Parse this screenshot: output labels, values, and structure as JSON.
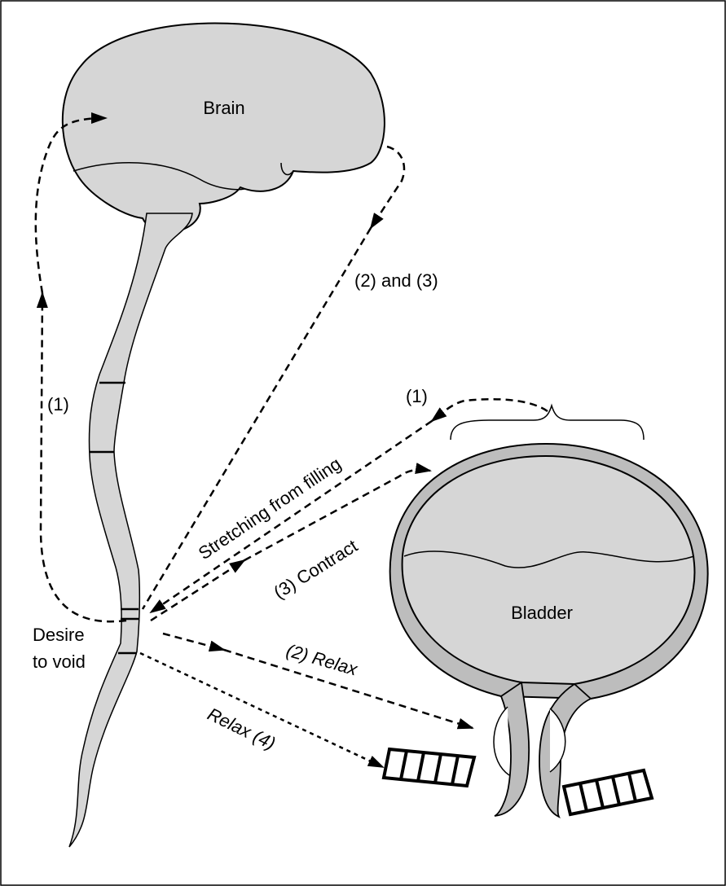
{
  "labels": {
    "brain": "Brain",
    "bladder": "Bladder",
    "desire_line1": "Desire",
    "desire_line2": "to void",
    "path_1_left": "(1)",
    "path_1_right": "(1)",
    "path_2_and_3": "(2) and (3)",
    "stretching": "Stretching from filling",
    "contract": "(3) Contract",
    "relax_2": "(2) Relax",
    "relax_4": "Relax (4)"
  },
  "colors": {
    "tissue_fill": "#d6d6d6",
    "bladder_wall": "#bdbdbd",
    "stroke": "#000000",
    "background": "#ffffff"
  }
}
